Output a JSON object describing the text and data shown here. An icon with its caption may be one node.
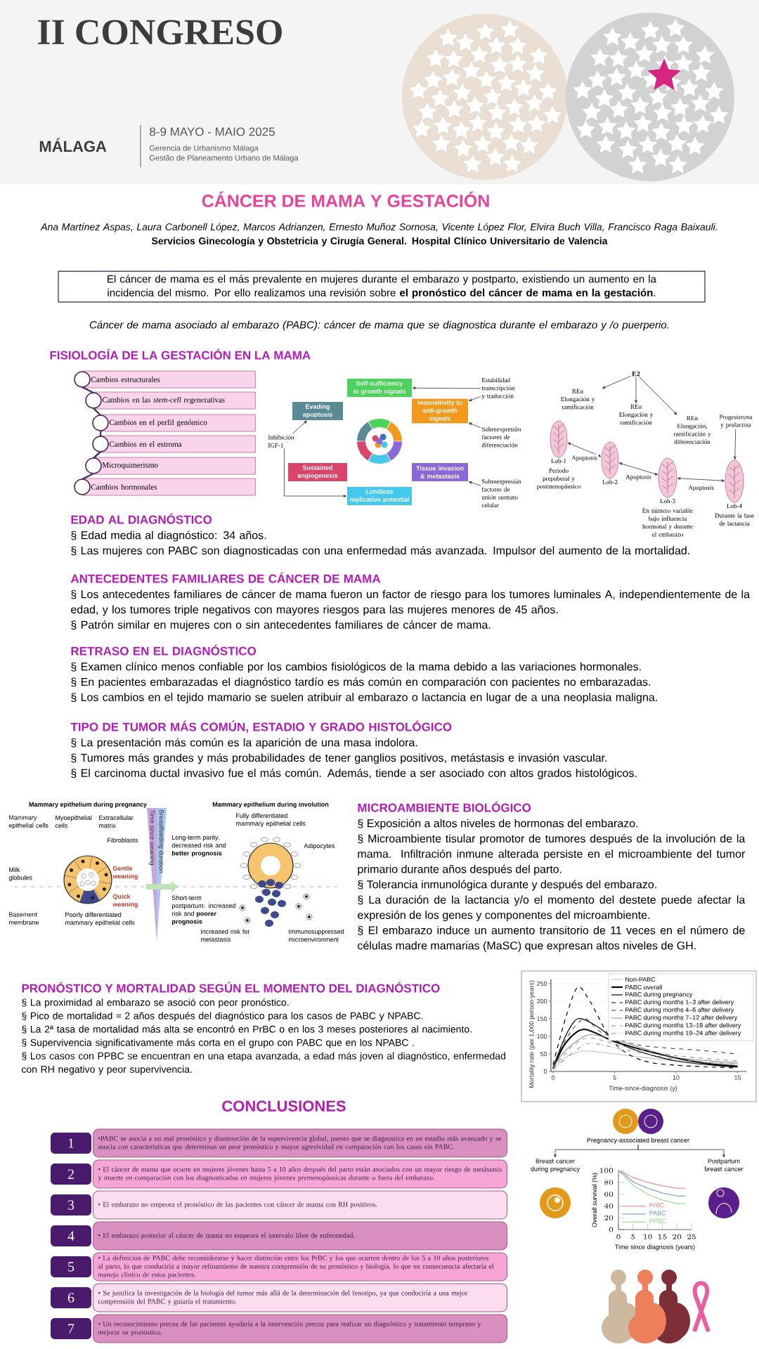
{
  "diagram": {
    "title": "CÁNCER DE MAMA Y GESTACIÓN",
    "nodes": [
      {
        "text": [
          "El cáncer de mama es el más prevalente en mujeres durante el embarazo y postparto, existiendo un aumento en la incidencia del mismo. Por ello realizamos una revisión sobre **el pronóstico del cáncer de mama en la gestación**."
        ]
      },
      {
        "text": [
          "Cambios estructurales"
        ]
      },
      {
        "text": [
          "Cambios en las *stem-cell* regenerativas"
        ]
      },
      {
        "text": [
          "Cambios en el perfil genómico"
        ]
      },
      {
        "text": [
          "Cambios en el estroma"
        ]
      },
      {
        "text": [
          "Microquimerismo"
        ]
      },
      {
        "text": [
          "Cambios hormonales"
        ]
      },
      {
        "text": [
          "Self-sufficiency in growth signals"
        ]
      },
      {
        "text": [
          "Evading apoptosis"
        ]
      },
      {
        "text": [
          "Insensitivity to anti-growth signals"
        ]
      },
      {
        "text": [
          "Sustained angiogenesis"
        ]
      },
      {
        "text": [
          "Tissue invasion & metastasis"
        ]
      },
      {
        "text": [
          "Limitless replicative potential"
        ]
      },
      {
        "text": [
          "Estabilidad transcripción y traducción"
        ]
      },
      {
        "text": [
          "Sobreexpresión factores de diferenciación"
        ]
      },
      {
        "text": [
          "Inhibición IGF-1"
        ]
      },
      {
        "text": [
          "Sobreexpresión factores de unión sustrato celular"
        ]
      },
      {
        "text": [
          "E2"
        ]
      },
      {
        "text": [
          "REα",
          "Elongación y ramificación"
        ]
      },
      {
        "text": [
          "REα",
          "Elongación y ramificación"
        ]
      },
      {
        "text": [
          "REα",
          "Elongación, ramificación y diferenciación"
        ]
      },
      {
        "text": [
          "Progesterona y prolactina"
        ]
      },
      {
        "text": [
          "Lob-1"
        ],
        "beside": [
          "Periodo prepuberal y postmenopáusico"
        ]
      },
      {
        "text": [
          "Lob-2"
        ]
      },
      {
        "text": [
          "Lob-3"
        ],
        "beside": [
          "En número variable bajo influencia hormonal y durante el embarazo"
        ]
      },
      {
        "text": [
          "Lob-4"
        ],
        "beside": [
          "Durante la fase de lactancia"
        ]
      },
      {
        "text": [
          "•PABC se asocia a un mal pronóstico y disminución de la supervivencia global, puesto que se diagnostica en un estadio más avanzado y se asocia con características que determinan un peor pronóstico y mayor agresividad en comparación con los casos sin PABC."
        ],
        "beside": [
          "1"
        ]
      },
      {
        "text": [
          "• El cáncer de mama que ocurre en mujeres jóvenes hasta 5 a 10 años después del parto están asociados con un mayor riesgo de metástasis y muerte en comparación con los diagnosticados en mujeres jóvenes premenopáusicas durante o fuera del embarazo."
        ],
        "beside": [
          "2"
        ]
      },
      {
        "text": [
          "• El embarazo no empeora el pronóstico de las pacientes con cáncer de mama con RH positivos."
        ],
        "beside": [
          "3"
        ]
      },
      {
        "text": [
          "• El embarazo posterior al cáncer de mama no empeora el intervalo libre de enfermedad."
        ],
        "beside": [
          "4"
        ]
      },
      {
        "text": [
          "• La definición de PABC debe reconsiderarse y hacer distinción entre los PrBC y los que ocurren dentro de los 5 a 10 años posteriores al parto, lo que conduciría a mayor refinamiento de nuestra comprensión de su pronóstico y biología, lo que en consecuencia afectaría el manejo clínico de estos pacientes."
        ],
        "beside": [
          "5"
        ]
      },
      {
        "text": [
          "• Se justifica la investigación de la biología del tumor más allá de la determinación del fenotipo, ya que conduciría a una mejor comprensión del PABC y guiaría el tratamiento."
        ],
        "beside": [
          "6"
        ]
      },
      {
        "text": [
          "• Un reconocimiento precoz de las pacientes ayudaría a la intervención precoz para realizar un diagnóstico y tratamiento temprano y mejorar su pronóstico."
        ],
        "beside": [
          "7"
        ]
      },
      {
        "text": [
          "Pregnancy-associated breast cancer"
        ]
      },
      {
        "text": [
          "Breast cancer during pregnancy"
        ]
      },
      {
        "text": [
          "Postpartum breast cancer"
        ]
      }
    ],
    "edges": [
      {
        "from": 13,
        "to": 7,
        "arrow": "to"
      },
      {
        "from": 13,
        "to": 9,
        "arrow": "to"
      },
      {
        "from": 14,
        "to": 9,
        "arrow": "to"
      },
      {
        "from": 15,
        "to": 8,
        "arrow": "to"
      },
      {
        "from": 15,
        "to": 12,
        "arrow": "to"
      },
      {
        "from": 16,
        "to": 11,
        "arrow": "to"
      },
      {
        "from": 17,
        "to": 18,
        "arrow": "to"
      },
      {
        "from": 17,
        "to": 19,
        "arrow": "to"
      },
      {
        "from": 17,
        "to": 20,
        "arrow": "to"
      },
      {
        "from": 22,
        "to": 23,
        "arrow": "both",
        "label": "Apoptosis"
      },
      {
        "from": 23,
        "to": 24,
        "arrow": "both",
        "label": "Apoptosis"
      },
      {
        "from": 24,
        "to": 25,
        "arrow": "both",
        "label": "Apoptosis"
      },
      {
        "from": 21,
        "to": 25,
        "arrow": "to"
      },
      {
        "from": 33,
        "to": 34,
        "arrow": "to"
      },
      {
        "from": 33,
        "to": 35,
        "arrow": "to"
      },
      {
        "from": 1,
        "to": 2,
        "arrow": "none"
      },
      {
        "from": 2,
        "to": 3,
        "arrow": "none"
      },
      {
        "from": 3,
        "to": 4,
        "arrow": "none"
      },
      {
        "from": 4,
        "to": 5,
        "arrow": "none"
      },
      {
        "from": 5,
        "to": 6,
        "arrow": "none"
      }
    ],
    "labels": [
      "II CONGRESO",
      "MÁLAGA",
      "8-9 MAYO - MAIO 2025",
      "Gerencia de Urbanismo Málaga",
      "Gestão de Planeamento Urbano de Málaga",
      "Ana Martínez Aspas, Laura Carbonell López, Marcos Adrianzen, Ernesto Muñoz Sornosa, Vicente López Flor, Elvira Buch Villa, Francisco Raga Baixauli.",
      "Servicios Ginecología y Obstetricia y Cirugía General. Hospital Clínico Universitario de Valencia",
      "Cáncer de mama asociado al embarazo (PABC): cáncer de mama que se diagnostica durante el embarazo y /o puerperio.",
      "FISIOLOGÍA DE LA GESTACIÓN EN LA MAMA",
      "EDAD AL DIAGNÓSTICO",
      "§ Edad media al diagnóstico: 34 años.",
      "§ Las mujeres con PABC son diagnosticadas con una enfermedad más avanzada. Impulsor del aumento de la mortalidad.",
      "ANTECEDENTES FAMILIARES DE CÁNCER DE MAMA",
      "§ Los antecedentes familiares de cáncer de mama fueron un factor de riesgo para los tumores luminales A, independientemente de la edad, y los tumores triple negativos con mayores riesgos para las mujeres menores de 45 años.",
      "§ Patrón similar en mujeres con o sin antecedentes familiares de cáncer de mama.",
      "RETRASO EN EL DIAGNÓSTICO",
      "§ Examen clínico menos confiable por los cambios fisiológicos de la mama debido a las variaciones hormonales.",
      "§ En pacientes embarazadas el diagnóstico tardío es más común en comparación con pacientes no embarazadas.",
      "§ Los cambios en el tejido mamario se suelen atribuir al embarazo o lactancia en lugar de a una neoplasia maligna.",
      "TIPO DE TUMOR MÁS COMÚN, ESTADIO Y GRADO HISTOLÓGICO",
      "§ La presentación más común es la aparición de una masa indolora.",
      "§ Tumores más grandes y más probabilidades de tener ganglios positivos, metástasis e invasión vascular.",
      "§ El carcinoma ductal invasivo fue el más común. Además, tiende a ser asociado con altos grados histológicos.",
      "Mammary epithelium during pregnancy",
      "Mammary epithelium during involution",
      "Mammary epithelial cells",
      "Myoepithelial cells",
      "Extracellular matrix",
      "Fully differentiated mammary epithelial cells",
      "Fibroblasts",
      "Long-term parity: decreased risk and **better prognosis**",
      "Adipocytes",
      "Milk globules",
      "Gentle weaning",
      "Time since weaning",
      "Breastfeeding duration",
      "Quick weaning",
      "Short-term postpartum: increased risk and **poorer prognosis**",
      "Basement membrane",
      "Poorly differentiated mammary epithelial cells",
      "Increased risk for metastasis",
      "Immunosuppressed microenvironment",
      "MICROAMBIENTE BIOLÓGICO",
      "§ Exposición a altos niveles de hormonas del embarazo.",
      "§ Microambiente tisular promotor de tumores después de la involución de la mama. Infiltración inmune alterada persiste en el microambiente del tumor primario durante años después del parto.",
      "§ Tolerancia inmunológica durante y después del embarazo.",
      "§ La duración de la lactancia y/o el momento del destete puede afectar la expresión de los genes y componentes del microambiente.",
      "§ El embarazo induce un aumento transitorio de 11 veces en el número de células madre mamarias (MaSC) que expresan altos niveles de GH.",
      "PRONÓSTICO Y MORTALIDAD SEGÚN EL MOMENTO DEL DIAGNÓSTICO",
      "§ La proximidad al embarazo se asoció con peor pronóstico.",
      "§ Pico de mortalidad ≈ 2 años después del diagnóstico para los casos de PABC y NPABC.",
      "§ La 2ª tasa de mortalidad más alta se encontró en PrBC o en los 3 meses posteriores al nacimiento.",
      "§ Supervivencia significativamente más corta en el grupo con PABC que en los NPABC .",
      "§ Los casos con PPBC se encuentran en una etapa avanzada, a edad más joven al diagnóstico, enfermedad con RH negativo y peor supervivencia.",
      "Mortality rate (per 1,000 person-years)",
      "250",
      "200",
      "150",
      "100",
      "50",
      "0",
      "0",
      "5",
      "10",
      "15",
      "Time-since-diagnosis (y)",
      "CONCLUSIONES"
    ],
    "legend": [
      {
        "text": "Non-PABC"
      },
      {
        "text": "PABC overall"
      },
      {
        "text": "PABC during pregnancy"
      },
      {
        "text": "PABC during months 1–3 after delivery"
      },
      {
        "text": "PABC during months 4–6 after delivery"
      },
      {
        "text": "PABC during months 7–12 after delivery"
      },
      {
        "text": "PABC during months 13–18 after delivery"
      },
      {
        "text": "PABC during months 19–24 after delivery"
      }
    ],
    "chart_data": {
      "type": "line",
      "xlabel": "Time since diagnosis (years)",
      "ylabel": "Overall survival (%)",
      "x": [
        0,
        2,
        5,
        10,
        15,
        20,
        23
      ],
      "series": [
        {
          "name": "PrBC",
          "color": "#e07a7a",
          "values": [
            100,
            96,
            88,
            80,
            74,
            70,
            70
          ]
        },
        {
          "name": "PABC",
          "color": "#6f8fd0",
          "values": [
            100,
            94,
            81,
            70,
            62,
            57,
            57
          ]
        },
        {
          "name": "PPBC",
          "color": "#8fcf7f",
          "values": [
            100,
            91,
            75,
            60,
            50,
            44,
            44
          ]
        }
      ],
      "legend": "lower left",
      "xlim": [
        0,
        25
      ],
      "ylim": [
        0,
        100
      ],
      "xticks": [
        0,
        5,
        10,
        15,
        20,
        25
      ],
      "yticks": [
        0,
        20,
        40,
        60,
        80,
        100
      ]
    }
  }
}
